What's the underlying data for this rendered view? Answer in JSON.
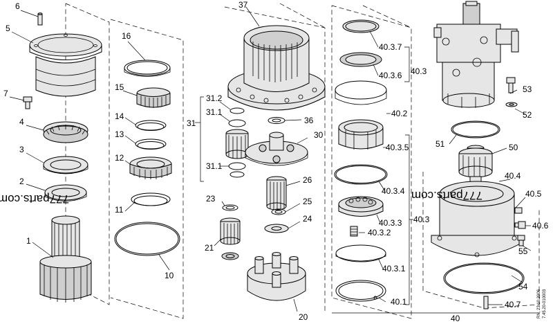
{
  "labels": {
    "l6": "6",
    "l5": "5",
    "l7": "7",
    "l4": "4",
    "l3": "3",
    "l2": "2",
    "l1": "1",
    "l16": "16",
    "l15": "15",
    "l14": "14",
    "l13": "13",
    "l12": "12",
    "l11": "11",
    "l10": "10",
    "l37": "37",
    "l31": "31",
    "l31_2": "31.2",
    "l31_1a": "31.1",
    "l31_1b": "31.1",
    "l36": "36",
    "l30": "30",
    "l26": "26",
    "l25": "25",
    "l24": "24",
    "l23": "23",
    "l21": "21",
    "l20": "20",
    "l40_3_7": "40.3.7",
    "l40_3_6": "40.3.6",
    "l40_3a": "40.3",
    "l40_2": "40.2",
    "l40_3_5": "40.3.5",
    "l40_3_4": "40.3.4",
    "l40_3_3": "40.3.3",
    "l40_3_2": "40.3.2",
    "l40_3b": "40.3",
    "l40_3_1": "40.3.1",
    "l40_1": "40.1",
    "l53": "53",
    "l52": "52",
    "l51": "51",
    "l50": "50",
    "l40_4": "40.4",
    "l40_5": "40.5",
    "l40_6": "40.6",
    "l55": "55",
    "l54": "54",
    "l40_7": "40.7",
    "l40": "40"
  },
  "watermarks": [
    "777parts.com",
    "777parts.com"
  ],
  "footer": {
    "line1": "RN, 23.10.2006",
    "line2": "7.45.20-010003"
  }
}
